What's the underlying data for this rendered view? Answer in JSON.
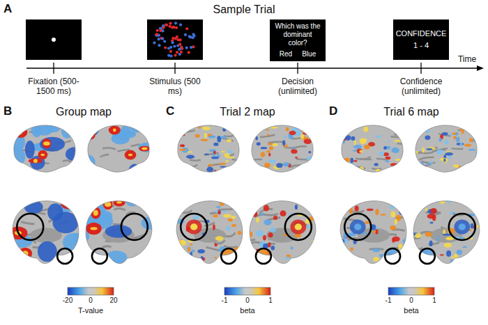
{
  "diagram": {
    "nodes": [
      {
        "text": [
          "Which was the dominant color?",
          "Red",
          "Blue"
        ]
      },
      {
        "text": [
          "CONFIDENCE",
          "1 - 4"
        ]
      }
    ],
    "labels": [
      "A",
      "Sample Trial",
      "Fixation (500-1500 ms)",
      "Stimulus (500 ms)",
      "Decision (unlimited)",
      "Confidence (unlimited)",
      "Time",
      "B",
      "Group map",
      "C",
      "Trial 2 map",
      "D",
      "Trial 6 map",
      "-20",
      "0",
      "20",
      "T-value",
      "-1",
      "0",
      "1",
      "beta",
      "-1",
      "0",
      "1",
      "beta"
    ]
  }
}
